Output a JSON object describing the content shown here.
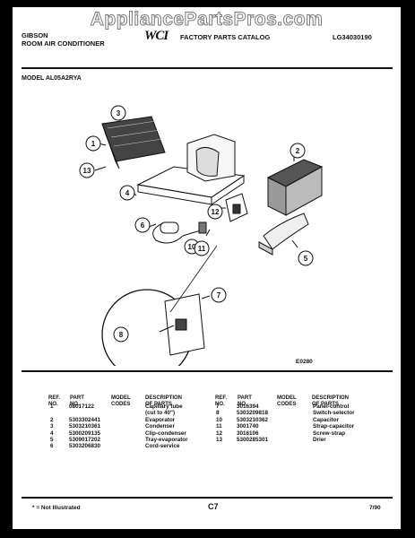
{
  "watermark": "AppliancePartsPros.com",
  "header": {
    "brand": "GIBSON",
    "product": "ROOM AIR CONDITIONER",
    "logo": "WCI",
    "catalog": "FACTORY PARTS CATALOG",
    "catalog_number": "LG34030190",
    "model": "MODEL AL05A2RYA"
  },
  "diagram": {
    "figure_code": "E0280",
    "callouts": [
      "1",
      "2",
      "3",
      "4",
      "5",
      "6",
      "7",
      "8",
      "10",
      "11",
      "12",
      "13"
    ]
  },
  "table": {
    "left_headers": {
      "ref": "REF.\nNO.",
      "part": "PART\nNO.",
      "model": "MODEL\nCODES",
      "desc": "DESCRIPTION\nOF PARTS"
    },
    "right_headers": {
      "ref": "REF.\nNO.",
      "part": "PART\nNO.",
      "model": "MODEL\nCODES",
      "desc": "DESCRIPTION\nOF PARTS"
    },
    "left_rows": [
      {
        "ref": "1",
        "part": "08017122",
        "desc": "Capillary tube"
      },
      {
        "ref": "",
        "part": "",
        "desc": "(cut to 40\")"
      },
      {
        "ref": "2",
        "part": "5303302441",
        "desc": "Evaporator"
      },
      {
        "ref": "3",
        "part": "5303210361",
        "desc": "Condenser"
      },
      {
        "ref": "4",
        "part": "5300209135",
        "desc": "Clip-condenser"
      },
      {
        "ref": "5",
        "part": "5309017202",
        "desc": "Tray-evaporator"
      },
      {
        "ref": "6",
        "part": "5303206830",
        "desc": "Cord-service"
      }
    ],
    "right_rows": [
      {
        "ref": "7",
        "part": "3016394",
        "desc": "Panel-control"
      },
      {
        "ref": "8",
        "part": "5303209818",
        "desc": "Switch-selector"
      },
      {
        "ref": "10",
        "part": "5303210362",
        "desc": "Capacitor"
      },
      {
        "ref": "11",
        "part": "3001740",
        "desc": "Strap-capacitor"
      },
      {
        "ref": "12",
        "part": "3016106",
        "desc": "Screw-strap"
      },
      {
        "ref": "13",
        "part": "5300285301",
        "desc": "Drier"
      }
    ]
  },
  "footer": {
    "note": "* = Not Illustrated",
    "page": "C7",
    "date": "7/90"
  }
}
